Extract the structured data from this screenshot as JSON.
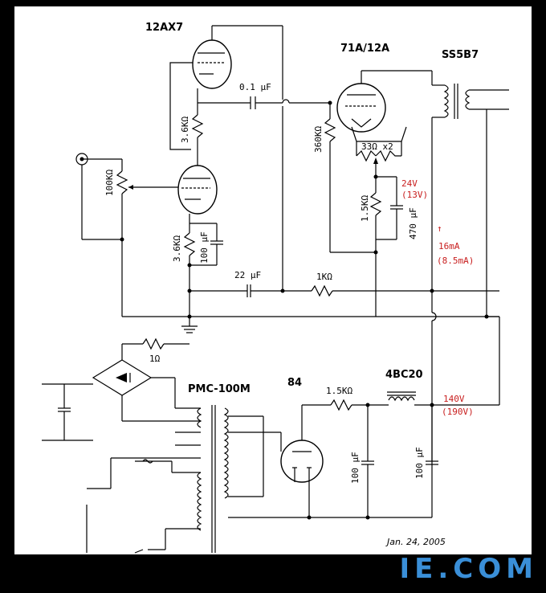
{
  "labels": {
    "v1_tube": "12AX7",
    "v2_tube": "71A/12A",
    "out_trans": "SS5B7",
    "c_couple": "0.1 µF",
    "r_plate": "3.6KΩ",
    "r_grid_leak": "360KΩ",
    "r_hum": "33Ω x2",
    "volume": "100KΩ",
    "r_cathode": "3.6KΩ",
    "c_cathode": "100 µF",
    "c_22": "22 µF",
    "r_1k": "1KΩ",
    "r_15k_bias": "1.5KΩ",
    "c_470": "470 µF",
    "bias_v": "24V",
    "bias_v2": "(13V)",
    "arrow": "↑",
    "current": "16mA",
    "current2": "(8.5mA)",
    "r_1ohm": "1Ω",
    "power_trans": "PMC-100M",
    "rect_tube": "84",
    "r_15k_ps": "1.5KΩ",
    "choke": "4BC20",
    "b_plus": "140V",
    "b_plus2": "(190V)",
    "c_ps1": "100 µF",
    "c_ps2": "100 µF",
    "date": "Jan. 24, 2005",
    "watermark": "IE.COM"
  },
  "colors": {
    "annotation": "#c81e1e",
    "watermark": "#3a8fd8"
  }
}
